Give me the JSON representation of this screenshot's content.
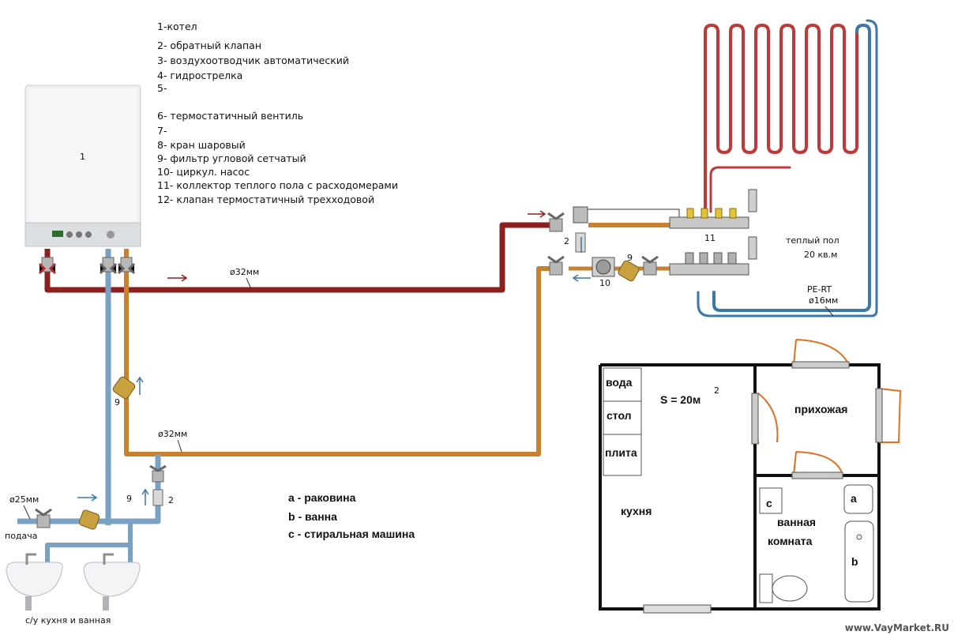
{
  "legend": [
    "1-котел",
    "2- обратный клапан",
    "3- воздухоотводчик автоматический",
    "4- гидрострелка",
    "5-",
    "6- термостатичный вентиль",
    "7-",
    "8- кран шаровый",
    "9- фильтр угловой сетчатый",
    "10- циркул. насос",
    "11- коллектор теплого пола с расходомерами",
    "12- клапан термостатичный  трехходовой"
  ],
  "boiler_label": "1",
  "pipe_labels": {
    "supply_32": "ø32мм",
    "return_32": "ø32мм",
    "inlet_25": "ø25мм",
    "inlet_caption": "подача",
    "sinks_caption": "с/у кухня и  ванная"
  },
  "component_labels": {
    "filter_vertical": "9",
    "filter_bottom": "9",
    "check_bottom": "2",
    "check_top": "2",
    "pump": "10",
    "filter_pump": "9",
    "manifold": "11"
  },
  "floor_heating": {
    "title": "теплый пол",
    "area": "20 кв.м",
    "pipe_type": "PE-RT",
    "pipe_diam": "ø16мм"
  },
  "fixtures_legend": [
    {
      "key": "a",
      "text": " - раковина"
    },
    {
      "key": "b",
      "text": " - ванна"
    },
    {
      "key": "c",
      "text": " - стиральная машина"
    }
  ],
  "plan": {
    "area_label": "S = 20м",
    "area_sup": "2",
    "furniture": [
      "вода",
      "стол",
      "плита"
    ],
    "kitchen": "кухня",
    "hall": "прихожая",
    "bath_line1": "ванная",
    "bath_line2": "комната",
    "fixture_a": "a",
    "fixture_b": "b",
    "fixture_c": "c"
  },
  "watermark": "www.VayMarket.RU",
  "colors": {
    "supply": "#8e1f1f",
    "return": "#c8822f",
    "cold": "#7aa0c4",
    "floor_hot": "#c03838",
    "floor_cold": "#3a78a8",
    "door": "#e07020"
  }
}
